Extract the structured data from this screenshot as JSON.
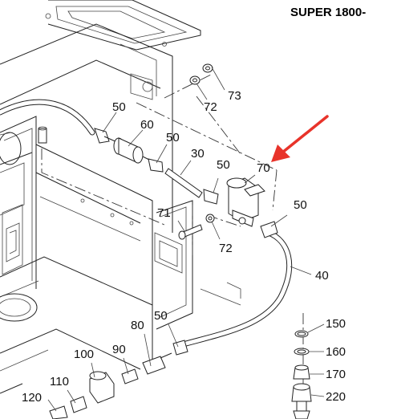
{
  "title": "SUPER 1800-",
  "arrow_color": "#e8332a",
  "parts": [
    {
      "id": "p73",
      "label": "73"
    },
    {
      "id": "p72a",
      "label": "72"
    },
    {
      "id": "p50a",
      "label": "50"
    },
    {
      "id": "p60",
      "label": "60"
    },
    {
      "id": "p50b",
      "label": "50"
    },
    {
      "id": "p30",
      "label": "30"
    },
    {
      "id": "p50c",
      "label": "50"
    },
    {
      "id": "p70",
      "label": "70"
    },
    {
      "id": "p50d",
      "label": "50"
    },
    {
      "id": "p71",
      "label": "71"
    },
    {
      "id": "p72b",
      "label": "72"
    },
    {
      "id": "p40",
      "label": "40"
    },
    {
      "id": "p50e",
      "label": "50"
    },
    {
      "id": "p80",
      "label": "80"
    },
    {
      "id": "p90",
      "label": "90"
    },
    {
      "id": "p100",
      "label": "100"
    },
    {
      "id": "p110",
      "label": "110"
    },
    {
      "id": "p120",
      "label": "120"
    },
    {
      "id": "p150",
      "label": "150"
    },
    {
      "id": "p160",
      "label": "160"
    },
    {
      "id": "p170",
      "label": "170"
    },
    {
      "id": "p220",
      "label": "220"
    }
  ]
}
